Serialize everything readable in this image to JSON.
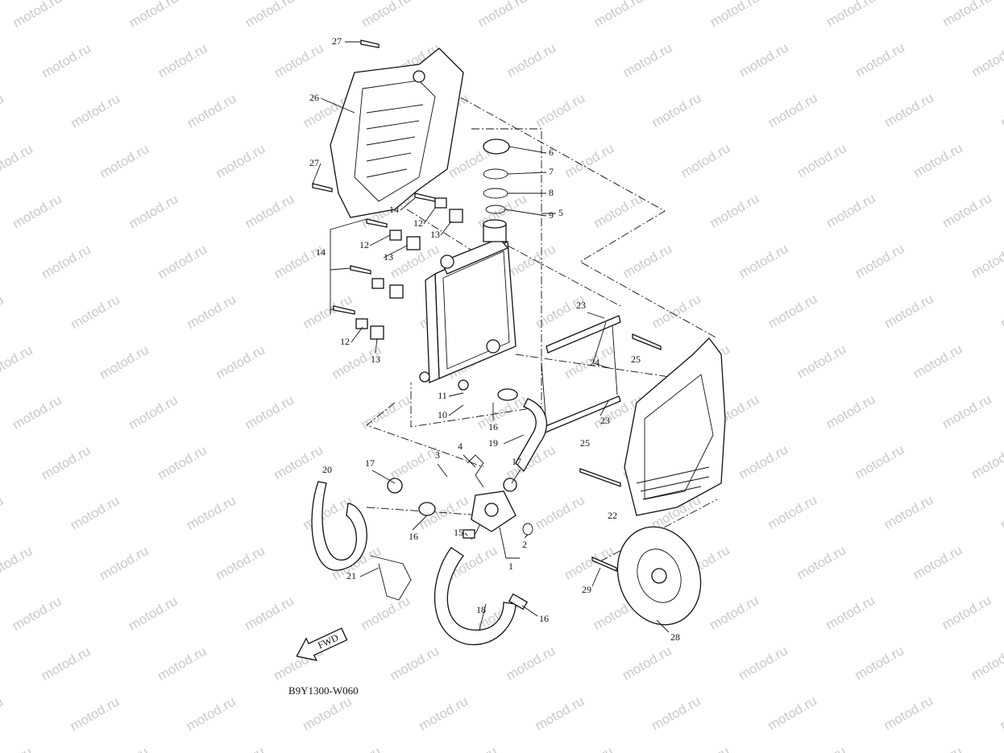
{
  "diagram": {
    "drawing_code": "B9Y1300-W060",
    "direction_marker": "FWD",
    "watermark": "motod.ru",
    "callouts": [
      "27",
      "26",
      "27",
      "6",
      "7",
      "8",
      "9",
      "5",
      "14",
      "12",
      "13",
      "12",
      "13",
      "14",
      "12",
      "13",
      "23",
      "25",
      "24",
      "23",
      "11",
      "10",
      "16",
      "19",
      "4",
      "3",
      "17",
      "17",
      "20",
      "25",
      "22",
      "16",
      "15",
      "2",
      "1",
      "21",
      "18",
      "16",
      "29",
      "28"
    ]
  }
}
